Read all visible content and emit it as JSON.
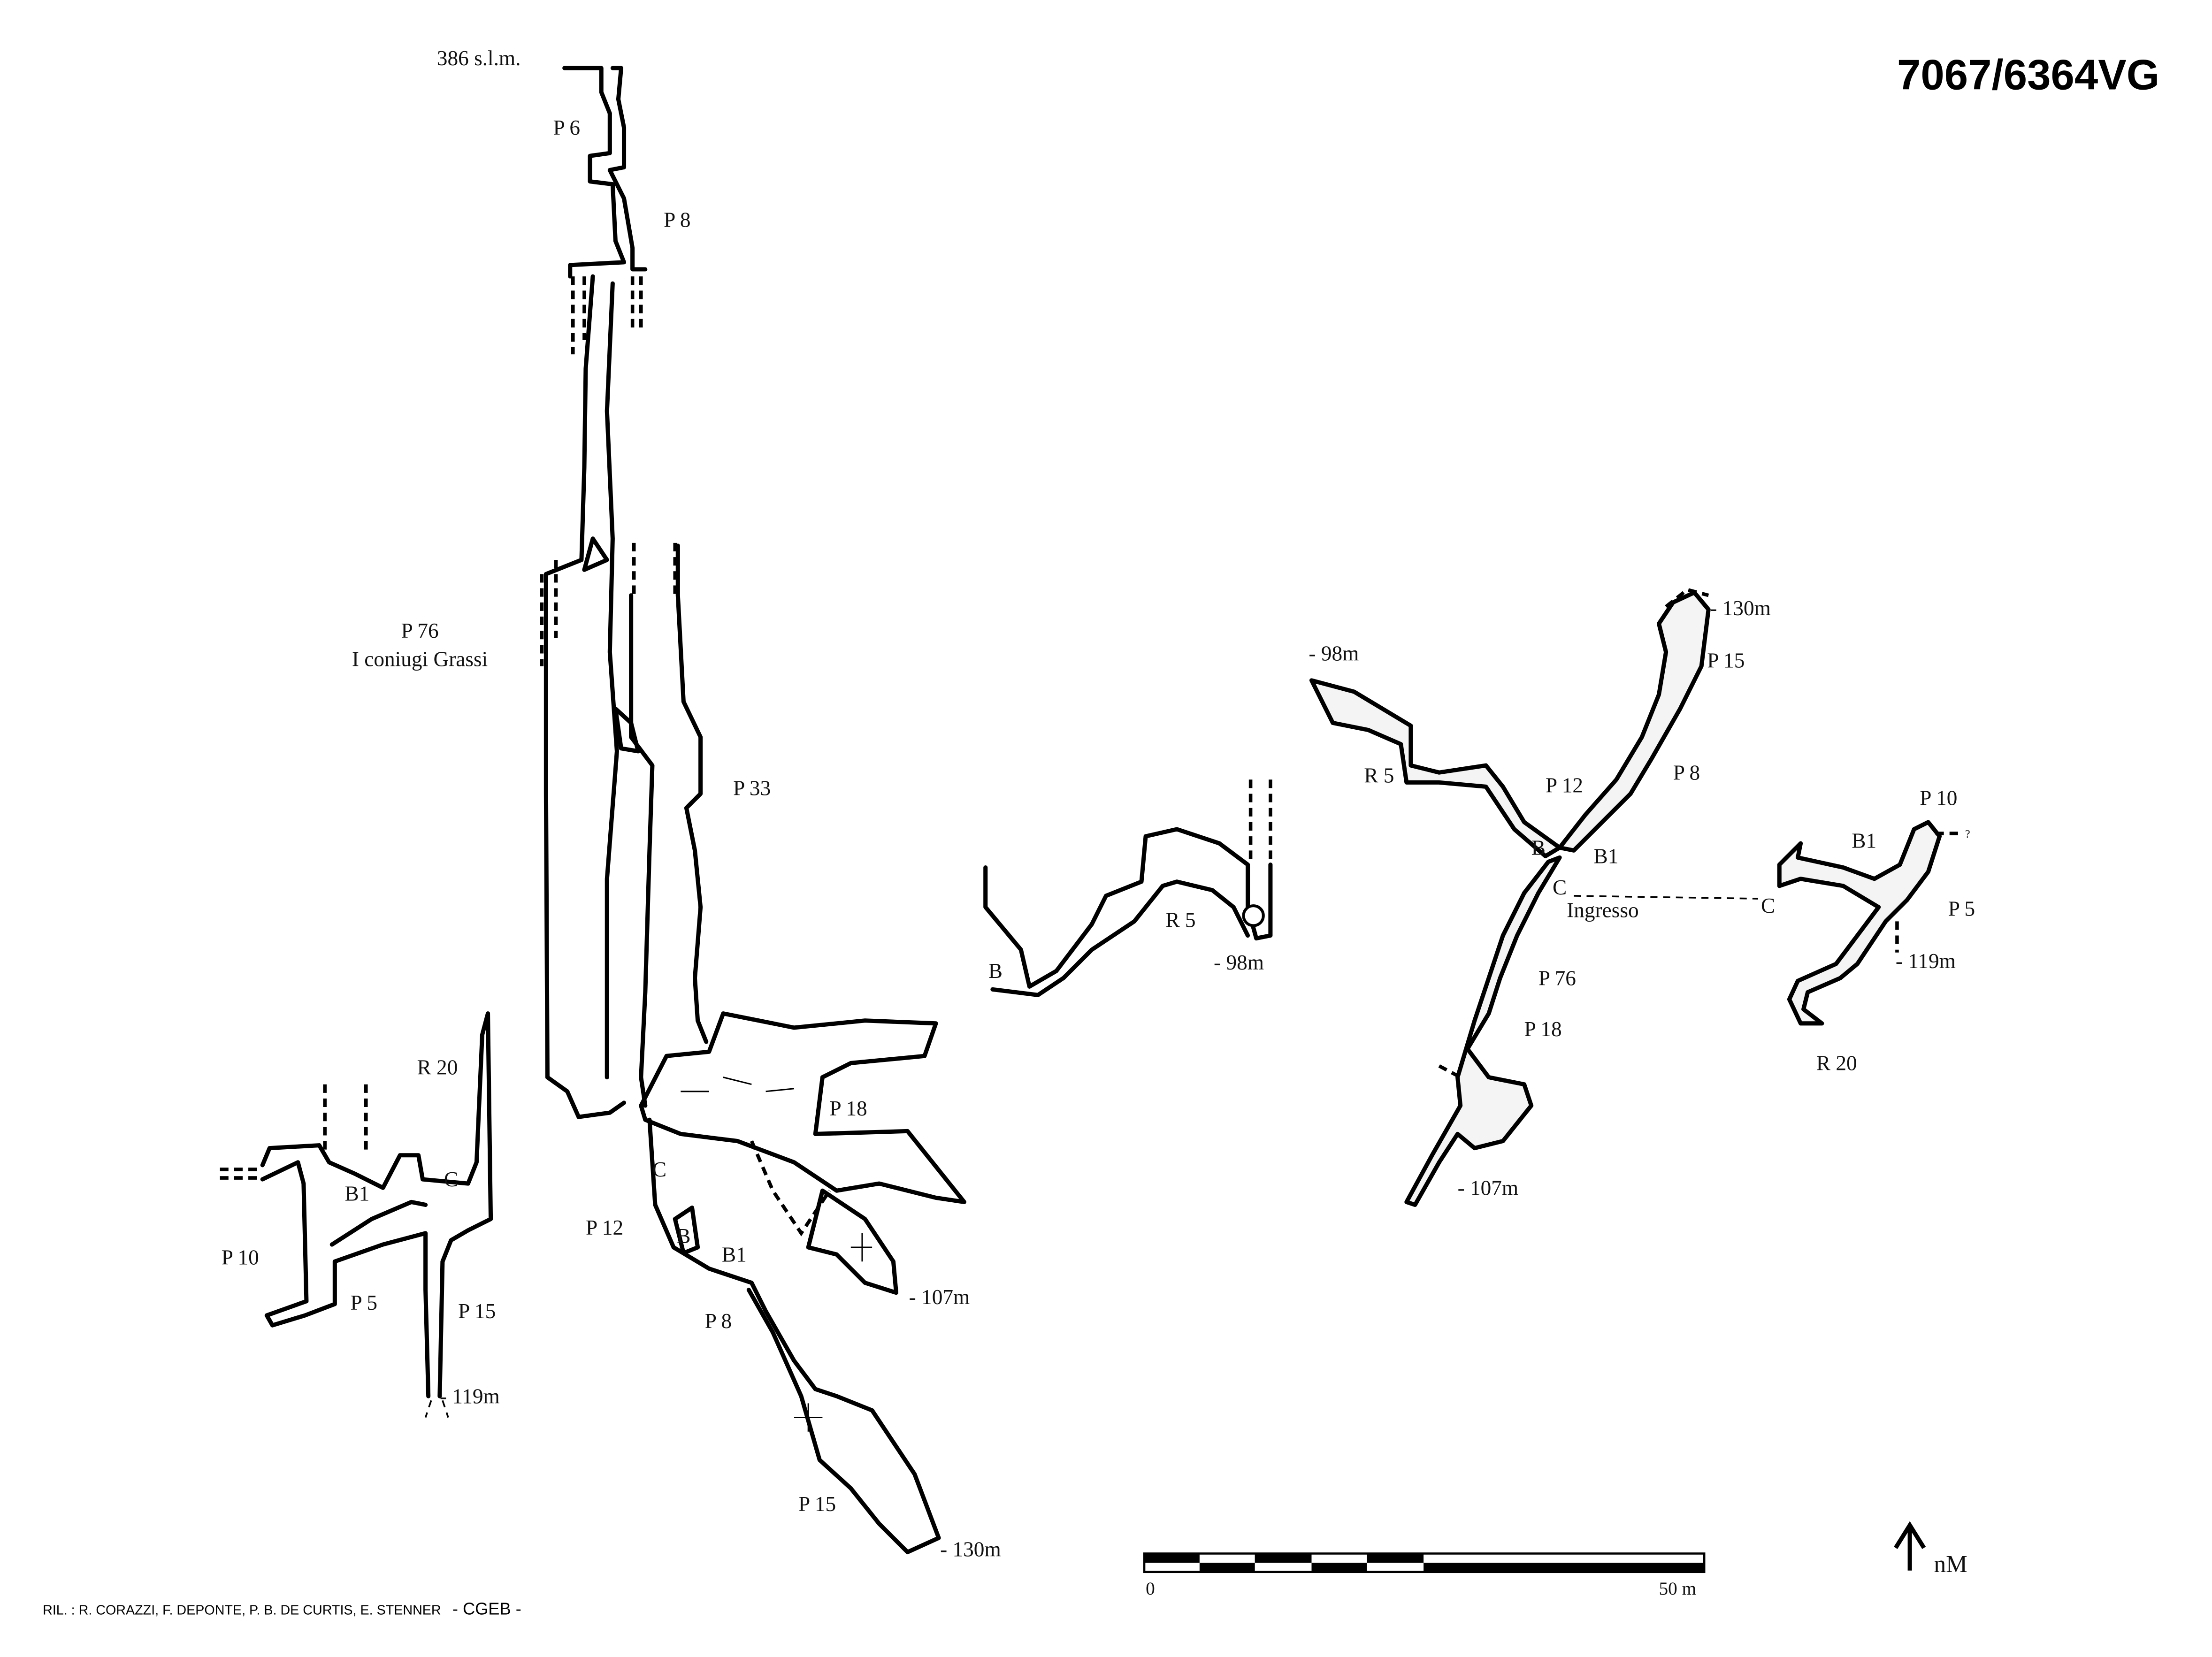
{
  "title": "7067/6364VG",
  "section": {
    "altitude": "386 s.l.m.",
    "labels": {
      "p6": "P 6",
      "p8_top": "P 8",
      "p76": "P 76",
      "p76_name": "I coniugi Grassi",
      "p33": "P 33",
      "r20": "R 20",
      "b1_left": "B1",
      "c_left": "C",
      "p10": "P 10",
      "p5": "P 5",
      "p15_left": "P 15",
      "depth_119": "- 119m",
      "c_main": "C",
      "p12": "P 12",
      "b_main": "B",
      "b1_main": "B1",
      "p18": "P 18",
      "depth_107": "- 107m",
      "p8_low": "P 8",
      "p15_low": "P 15",
      "depth_130": "- 130m",
      "b_mid": "B",
      "r5_mid": "R 5",
      "depth_98": "- 98m"
    }
  },
  "plan": {
    "labels": {
      "depth_130": "- 130m",
      "p15": "P 15",
      "depth_98": "- 98m",
      "r5": "R 5",
      "p12": "P 12",
      "p8": "P 8",
      "b": "B",
      "b1": "B1",
      "c": "C",
      "ingresso": "Ingresso",
      "p76": "P 76",
      "p18": "P 18",
      "depth_107": "- 107m",
      "p10": "P 10",
      "b1_right": "B1",
      "c_right": "C",
      "p5": "P 5",
      "depth_119": "- 119m",
      "r20": "R 20",
      "question": "?"
    }
  },
  "scale_bar": {
    "start": "0",
    "end": "50 m"
  },
  "north": {
    "label": "nM"
  },
  "credits": {
    "surveyors": "RIL. : R. CORAZZI, F. DEPONTE, P. B. DE CURTIS, E. STENNER",
    "group": "- CGEB -"
  }
}
